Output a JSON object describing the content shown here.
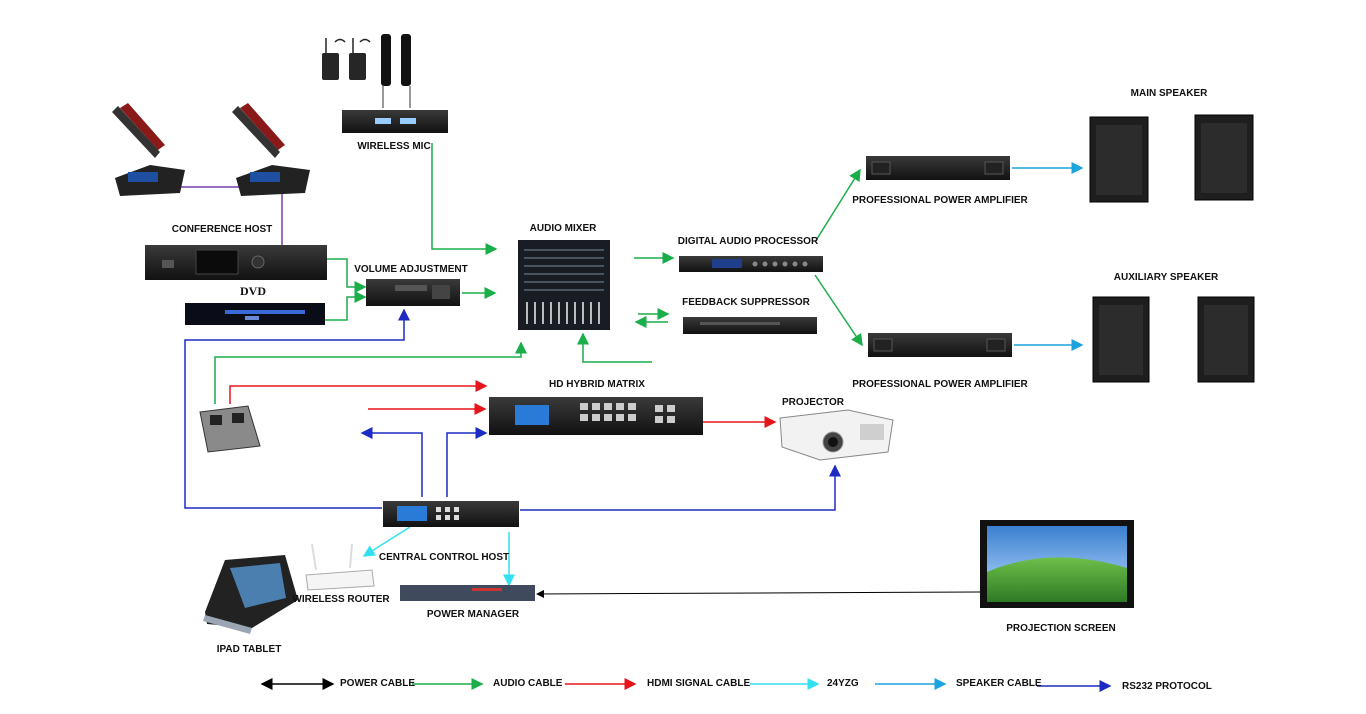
{
  "labels": {
    "wireless_mic": "WIRELESS MIC",
    "conference_host": "CONFERENCE HOST",
    "dvd": "DVD",
    "volume_adjustment": "VOLUME ADJUSTMENT",
    "audio_mixer": "AUDIO MIXER",
    "digital_audio_processor": "DIGITAL AUDIO PROCESSOR",
    "feedback_suppressor": "FEEDBACK SUPPRESSOR",
    "amp_top": "PROFESSIONAL POWER AMPLIFIER",
    "amp_bottom": "PROFESSIONAL POWER AMPLIFIER",
    "main_speaker": "MAIN SPEAKER",
    "auxiliary_speaker": "AUXILIARY SPEAKER",
    "hd_hybrid_matrix": "HD HYBRID MATRIX",
    "projector": "PROJECTOR",
    "central_control_host": "CENTRAL CONTROL HOST",
    "wireless_router": "WIRELESS ROUTER",
    "power_manager": "POWER MANAGER",
    "ipad_tablet": "IPAD TABLET",
    "projection_screen": "PROJECTION SCREEN"
  },
  "legend": {
    "power_cable": "POWER CABLE",
    "audio_cable": "AUDIO CABLE",
    "hdmi_signal_cable": "HDMI SIGNAL CABLE",
    "yzg": "24YZG",
    "speaker_cable": "SPEAKER CABLE",
    "rs232_protocol": "RS232 PROTOCOL"
  },
  "colors": {
    "power": "#000000",
    "audio": "#1aae4a",
    "hdmi": "#e8141b",
    "yzg": "#33e0f0",
    "speaker": "#1aa3dd",
    "rs232": "#1b2bc4",
    "conference_link": "#7a3fb0"
  }
}
